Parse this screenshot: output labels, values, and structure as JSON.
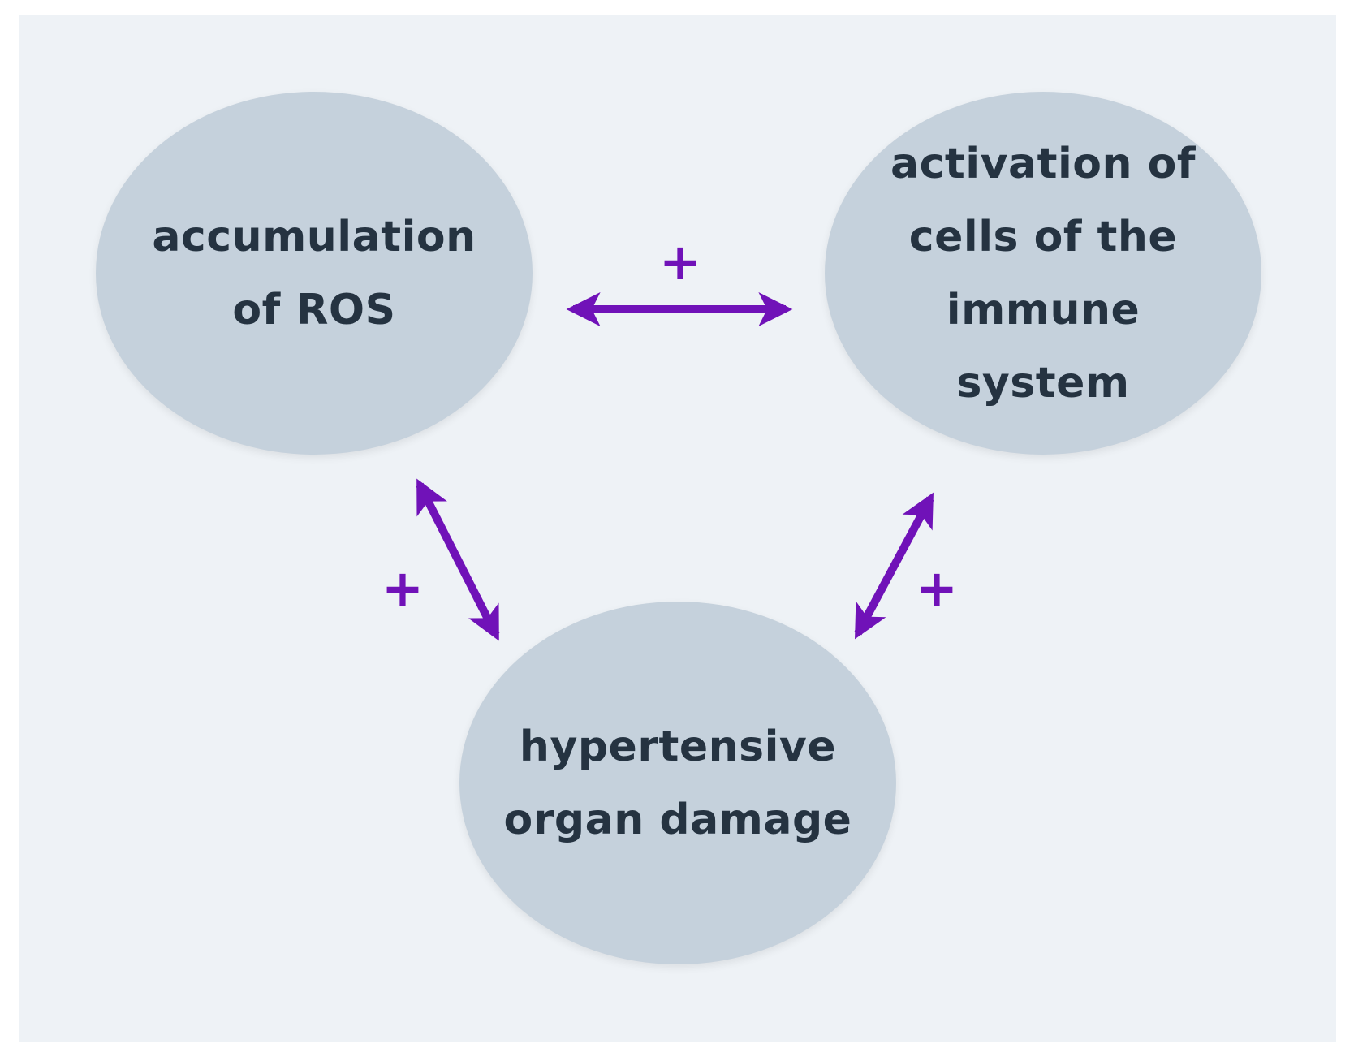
{
  "nodes": {
    "ros": {
      "lines": [
        "accumulation",
        "of ROS"
      ]
    },
    "immune": {
      "lines": [
        "activation of",
        "cells of the",
        "immune",
        "system"
      ]
    },
    "damage": {
      "lines": [
        "hypertensive",
        "organ damage"
      ]
    }
  },
  "links": [
    {
      "from": "accumulation of ROS",
      "to": "activation of cells of the immune system",
      "sign": "+",
      "bidirectional": true
    },
    {
      "from": "accumulation of ROS",
      "to": "hypertensive organ damage",
      "sign": "+",
      "bidirectional": true
    },
    {
      "from": "activation of cells of the immune system",
      "to": "hypertensive organ damage",
      "sign": "+",
      "bidirectional": true
    }
  ],
  "colors": {
    "background": "#eef2f6",
    "node_fill": "#c5d1dc",
    "node_text": "#253341",
    "arrow": "#7012b8"
  }
}
